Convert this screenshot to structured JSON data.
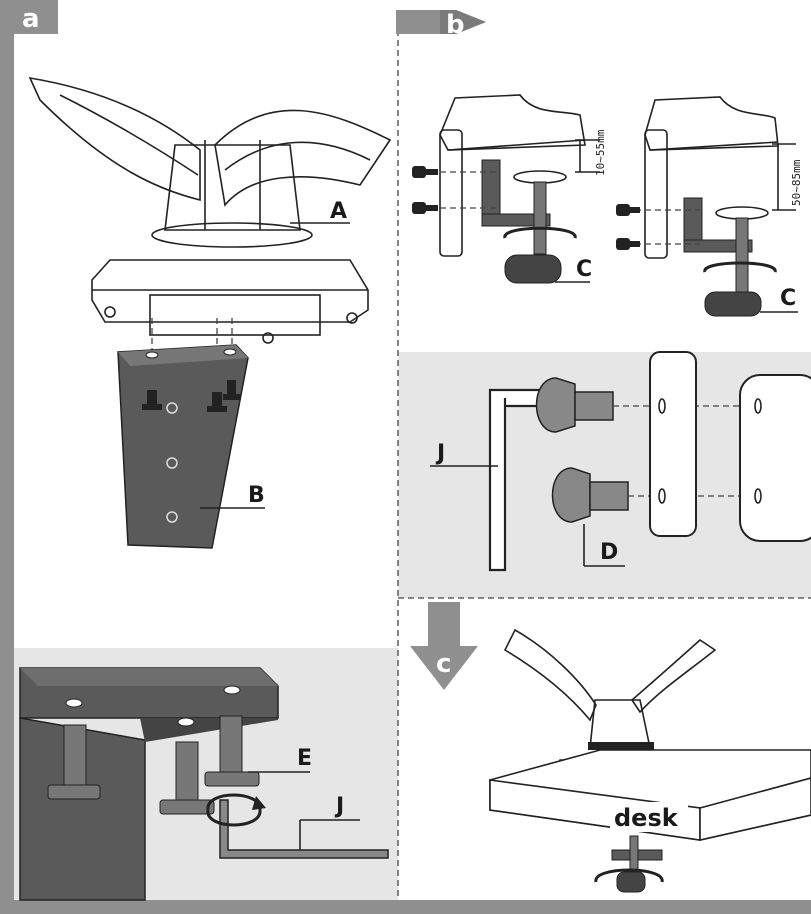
{
  "colors": {
    "frame_gray": "#8f8f8f",
    "panel_gray": "#e6e6e6",
    "plate_gray": "#5a5a5a",
    "line": "#222222"
  },
  "panel_a": {
    "step": "a",
    "label_A": "A",
    "label_B": "B"
  },
  "panel_e": {
    "label_E": "E",
    "label_J": "J"
  },
  "panel_b": {
    "step": "b",
    "dim_small": "10~55mm",
    "dim_large": "50~85mm",
    "label_C_left": "C",
    "label_C_right": "C"
  },
  "panel_d": {
    "label_J": "J",
    "label_D": "D"
  },
  "panel_c": {
    "step": "c",
    "desk": "desk"
  }
}
